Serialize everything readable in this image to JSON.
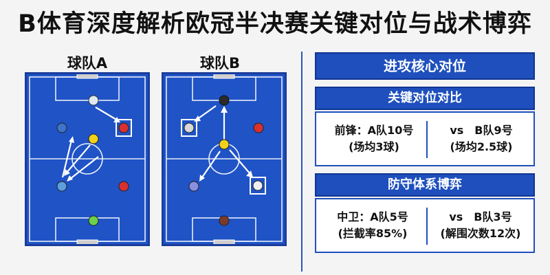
{
  "title": "B体育深度解析欧冠半决赛关键对位与战术博弈",
  "teams": {
    "a_label": "球队A",
    "b_label": "球队B"
  },
  "panels": {
    "main_header": "进攻核心对位",
    "section1": {
      "header": "关键对位对比",
      "left_line1": "前锋：A队10号",
      "left_line2": "(场均3球)",
      "right_line1": "vs　B队9号",
      "right_line2": "(场均2.5球)"
    },
    "section2": {
      "header": "防守体系博弈",
      "left_line1": "中卫：A队5号",
      "left_line2": "(拦截率85%)",
      "right_line1": "vs　B队3号",
      "right_line2": "(解围次数12次)"
    }
  },
  "colors": {
    "pitch": "#1f53c6",
    "accent": "#1e4fbd",
    "highlight": "#ffffff"
  }
}
